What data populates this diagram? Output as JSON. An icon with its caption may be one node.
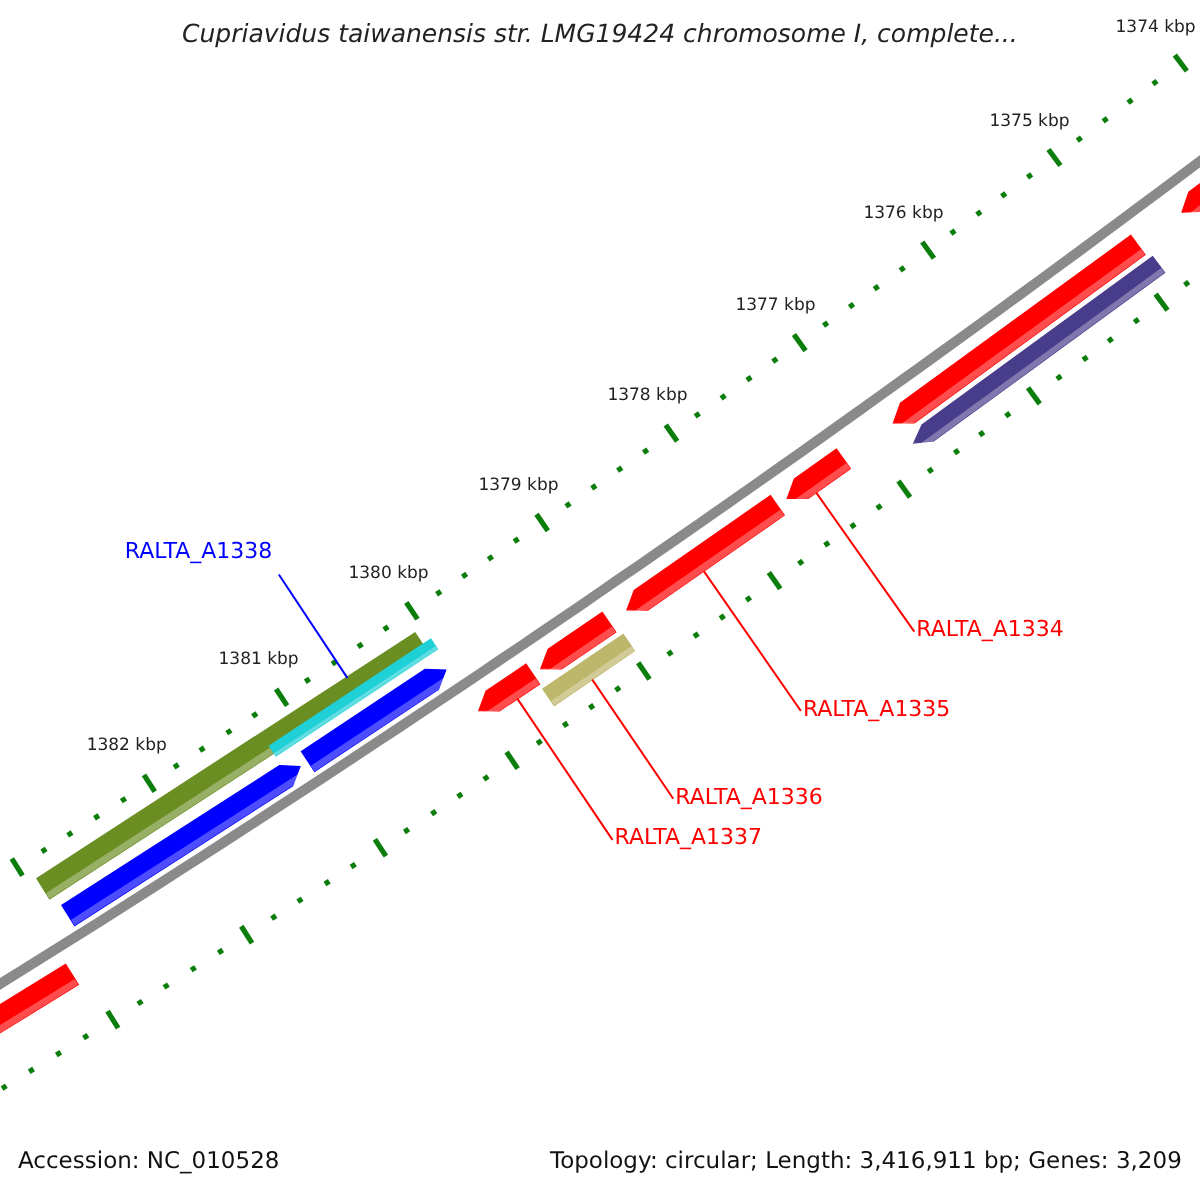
{
  "diagram": {
    "title": "Cupriavidus taiwanensis str. LMG19424 chromosome I, complete...",
    "nodes": [
      {
        "text": [
          "RALTA_A1338"
        ]
      },
      {
        "text": [
          "RALTA_A1334"
        ]
      },
      {
        "text": [
          "RALTA_A1335"
        ]
      },
      {
        "text": [
          "RALTA_A1336"
        ]
      },
      {
        "text": [
          "RALTA_A1337"
        ]
      },
      {
        "text": [],
        "shape": "bar"
      },
      {
        "text": [],
        "shape": "arrow"
      },
      {
        "text": [],
        "shape": "bar"
      },
      {
        "text": [],
        "shape": "arrow"
      },
      {
        "text": [],
        "shape": "arrow"
      }
    ],
    "edges": [
      {
        "from": 0,
        "to": 5,
        "arrow": "none",
        "color": "#0000ff"
      },
      {
        "from": 1,
        "to": 9,
        "arrow": "none"
      },
      {
        "from": 2,
        "to": 8,
        "arrow": "none"
      },
      {
        "from": 3,
        "to": 7,
        "arrow": "none"
      },
      {
        "from": 4,
        "to": 6,
        "arrow": "none"
      }
    ],
    "labels": [
      "1374 kbp",
      "1375 kbp",
      "1376 kbp",
      "1377 kbp",
      "1378 kbp",
      "1379 kbp",
      "1380 kbp",
      "1381 kbp",
      "1382 kbp",
      "Accession: NC_010528",
      "Topology: circular; Length: 3,416,911 bp; Genes: 3,209"
    ]
  }
}
